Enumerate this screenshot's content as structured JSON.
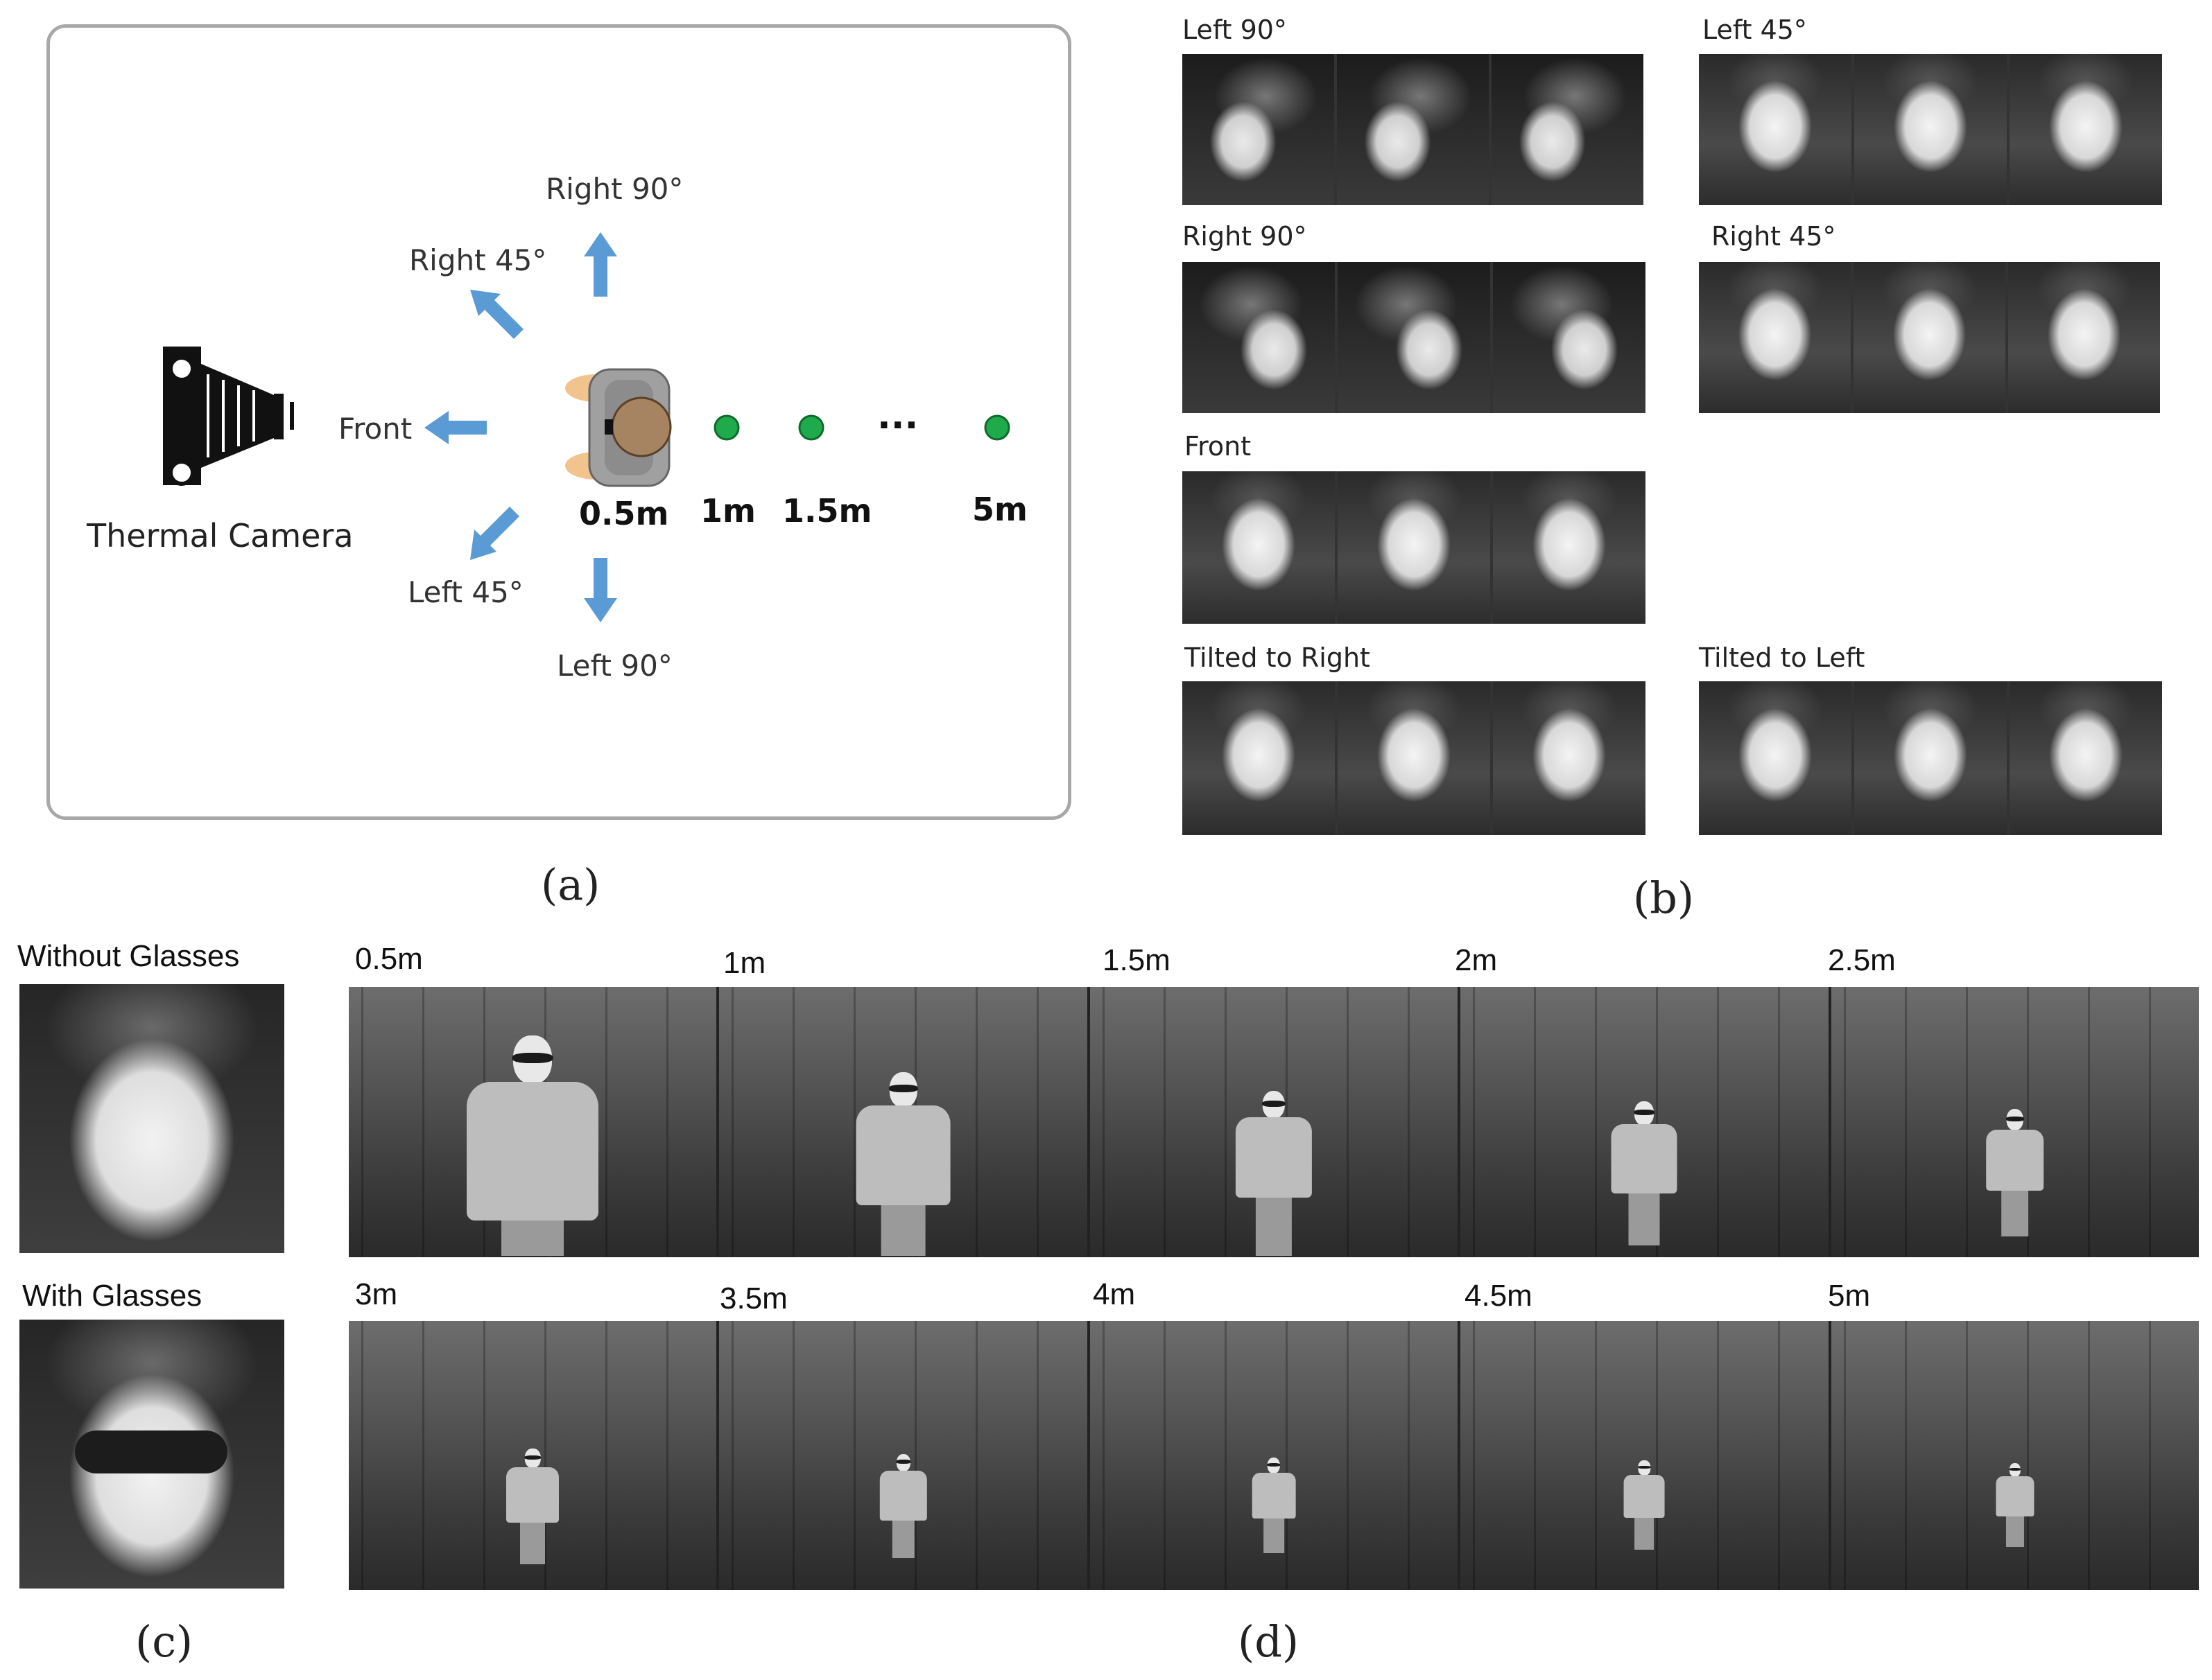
{
  "panel_a": {
    "caption": "(a)",
    "camera_label": "Thermal Camera",
    "directions": {
      "right90": "Right 90°",
      "right45": "Right 45°",
      "front": "Front",
      "left45": "Left 45°",
      "left90": "Left 90°"
    },
    "distances": [
      "0.5m",
      "1m",
      "1.5m",
      "5m"
    ],
    "ellipsis": "···",
    "colors": {
      "arrow": "#5b9bd5",
      "dot": "#1faa4b",
      "border": "#a8a8a8"
    }
  },
  "panel_b": {
    "caption": "(b)",
    "groups": {
      "left90": "Left 90°",
      "left45": "Left 45°",
      "right90": "Right 90°",
      "right45": "Right 45°",
      "front": "Front",
      "tilted_right": "Tilted to Right",
      "tilted_left": "Tilted to Left"
    }
  },
  "panel_c": {
    "caption": "(c)",
    "without": "Without Glasses",
    "with": "With Glasses"
  },
  "panel_d": {
    "caption": "(d)",
    "row1": [
      "0.5m",
      "1m",
      "1.5m",
      "2m",
      "2.5m"
    ],
    "row2": [
      "3m",
      "3.5m",
      "4m",
      "4.5m",
      "5m"
    ]
  }
}
